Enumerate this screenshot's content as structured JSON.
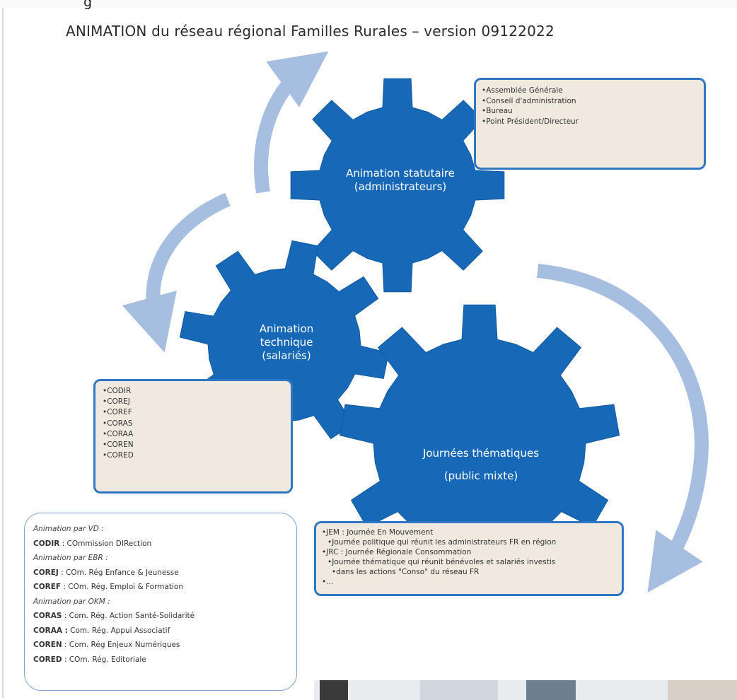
{
  "header": {
    "top_cut_text": "g",
    "title": "ANIMATION du réseau régional Familles Rurales – version 09122022"
  },
  "gears": {
    "statutaire": {
      "line1": "Animation statutaire",
      "line2": "(administrateurs)"
    },
    "technique": {
      "line1": "Animation",
      "line2": "technique",
      "line3": "(salariés)"
    },
    "thematique": {
      "line1": "Journées thématiques",
      "line2": "(public mixte)"
    }
  },
  "boxes": {
    "statutaire": [
      "Assemblée Générale",
      "Conseil d'administration",
      "Bureau",
      "Point Président/Directeur"
    ],
    "technique": [
      "CODIR",
      "COREJ",
      "COREF",
      "CORAS",
      "CORAA",
      "COREN",
      "CORED"
    ],
    "thematique": [
      "JEM : Journée En Mouvement",
      "Journée politique qui réunit les administrateurs FR en région",
      "JRC : Journée Régionale Consommation",
      "Journée thématique qui réunit bénévoles et salariés investis",
      "dans les actions \"Conso\" du réseau FR",
      "..."
    ]
  },
  "legend": {
    "h1": "Animation par VD :",
    "codir_code": "CODIR",
    "codir_text": " : COmmission DIRection",
    "h2": "Animation par EBR :",
    "corej_code": "COREJ",
    "corej_text": " : COm. Rég Enfance & Jeunesse",
    "coref_code": "COREF",
    "coref_text": " : COm. Rég. Emploi & Formation",
    "h3": "Animation par OKM :",
    "coras_code": "CORAS",
    "coras_text": " : Com. Rég. Action Santé-Solidarité",
    "coraa_code": "CORAA :",
    "coraa_text": " Com. Rég. Appui Associatif",
    "coren_code": "COREN",
    "coren_text": " : Com. Rég Enjeux Numériques",
    "cored_code": "CORED",
    "cored_text": " : COm. Rég. Editoriale"
  },
  "colors": {
    "gear": "#1769b8",
    "arrow": "#a6bfe0",
    "box_fill": "#efe9df",
    "box_border": "#2f77c1"
  }
}
